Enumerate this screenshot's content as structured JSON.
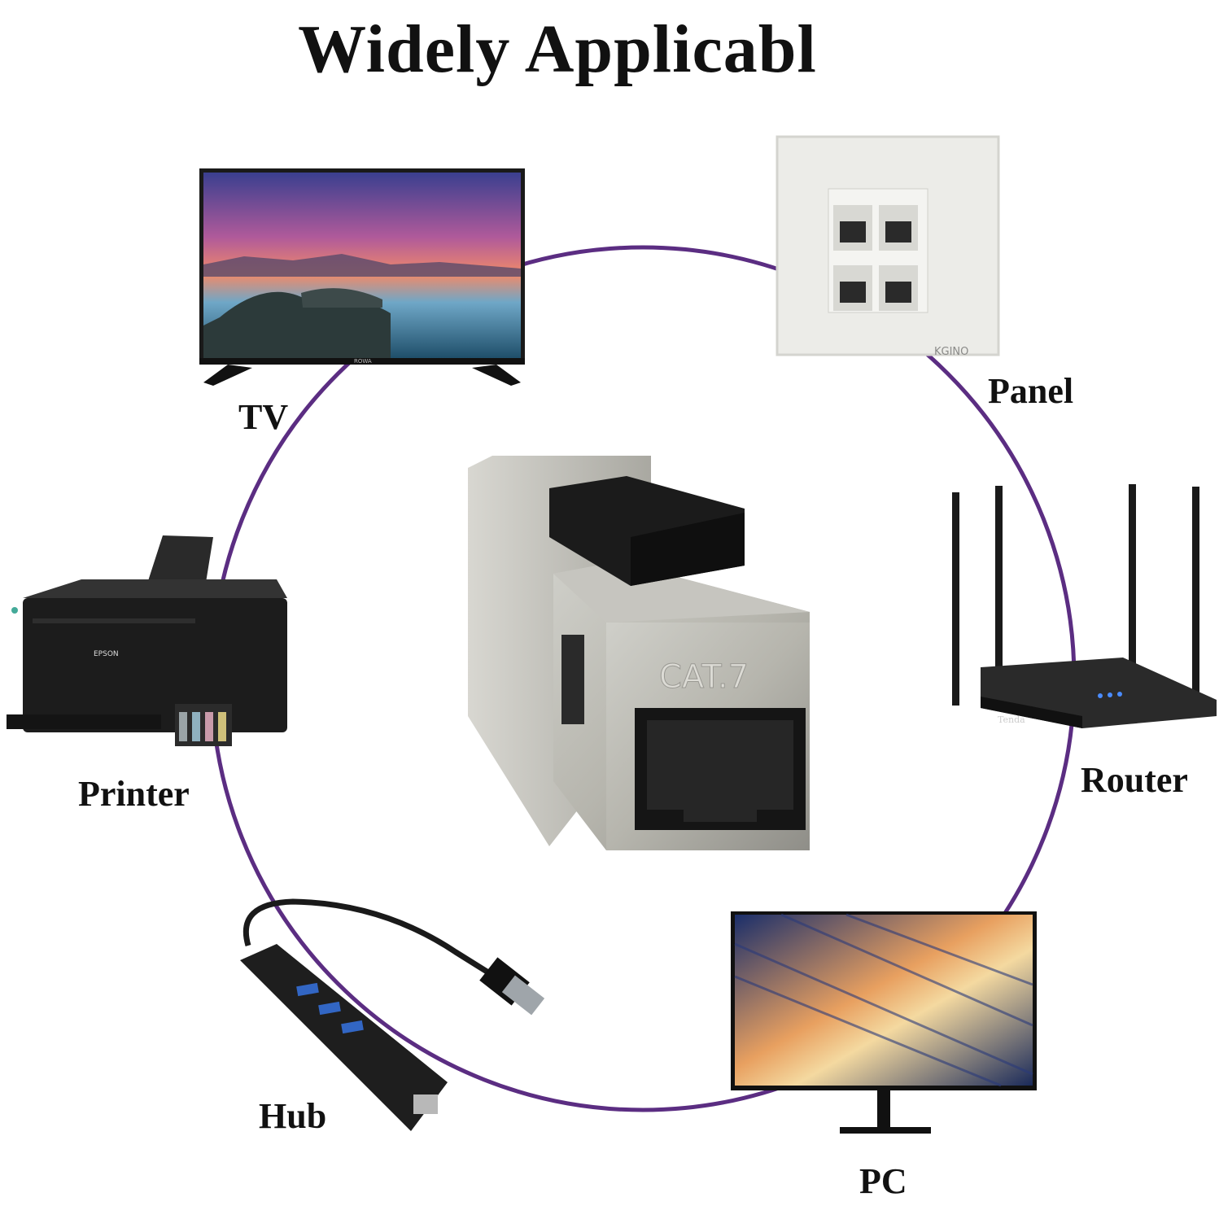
{
  "title": "Widely Applicabl",
  "colors": {
    "ring": "#5b2d82",
    "background": "#ffffff"
  },
  "devices": {
    "tv": {
      "label": "TV",
      "brand": "ROWA",
      "icon": "tv-icon"
    },
    "panel": {
      "label": "Panel",
      "brand": "KGINO",
      "icon": "wall-panel-icon"
    },
    "printer": {
      "label": "Printer",
      "brand": "EPSON",
      "icon": "printer-icon"
    },
    "router": {
      "label": "Router",
      "brand": "Tenda",
      "icon": "router-icon"
    },
    "hub": {
      "label": "Hub",
      "icon": "usb-hub-icon"
    },
    "pc": {
      "label": "PC",
      "icon": "monitor-icon"
    }
  },
  "center": {
    "marking": "CAT.7",
    "icon": "keystone-coupler-icon"
  }
}
